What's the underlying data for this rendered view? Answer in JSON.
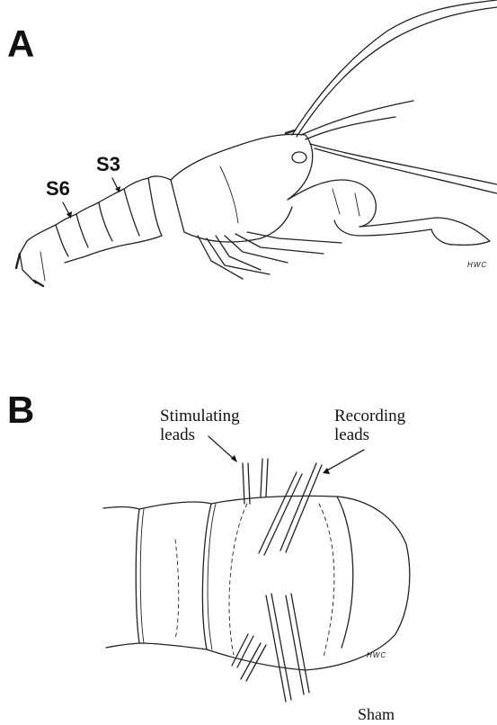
{
  "panel_a": {
    "letter": "A",
    "segment_labels": [
      "S3",
      "S6"
    ],
    "signature": "HWC"
  },
  "panel_b": {
    "letter": "B",
    "stimulating_label": "Stimulating\nleads",
    "recording_label": "Recording\nleads",
    "signature": "HWC",
    "caption": "Sham"
  }
}
